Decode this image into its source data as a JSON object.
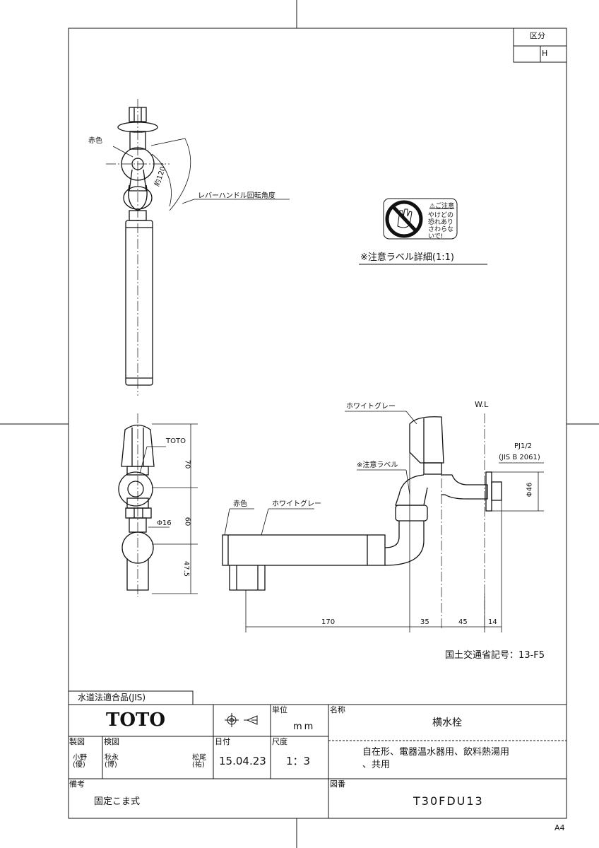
{
  "classification": {
    "header": "区分",
    "value": "H"
  },
  "labels": {
    "red_color_top": "赤色",
    "lever_rotation": "レバーハンドル回転角度",
    "angle": "約120°",
    "toto_mark": "TOTO",
    "phi16": "Φ16",
    "white_grey_body": "ホワイトグレー",
    "wl": "W.L",
    "pj": "PJ1/2",
    "jis_ref": "(JIS B 2061)",
    "caution_label_ref": "※注意ラベル",
    "red_color_side": "赤色",
    "white_grey_spout": "ホワイトグレー",
    "phi46": "Φ46",
    "mlit_code": "国土交通省記号：13-F5",
    "paper_size": "A4"
  },
  "caution_label": {
    "title": "ご注意",
    "lines": [
      "やけどの",
      "恐れあり",
      "さわらな",
      "いで!"
    ],
    "caption": "※注意ラベル詳細(1:1)"
  },
  "dimensions": {
    "front": [
      "70",
      "60",
      "47.5"
    ],
    "side": [
      "170",
      "35",
      "45",
      "14"
    ]
  },
  "title_block": {
    "jis": "水道法適合品(JIS)",
    "brand": "TOTO",
    "unit_label": "単位",
    "unit": "mm",
    "name_label": "名称",
    "name": "横水栓",
    "description_line1": "自在形、電器温水器用、飲料熱湯用",
    "description_line2": "、共用",
    "drawn_label": "製図",
    "drawn_by": "小野(優)",
    "checked_label": "検図",
    "checked_by_1": "秋永(博)",
    "checked_by_2": "松尾(祐)",
    "date_label": "日付",
    "date": "15.04.23",
    "scale_label": "尺度",
    "scale": "1：3",
    "remarks_label": "備考",
    "remarks": "固定こま式",
    "drawing_no_label": "図番",
    "drawing_no": "T30FDU13"
  }
}
